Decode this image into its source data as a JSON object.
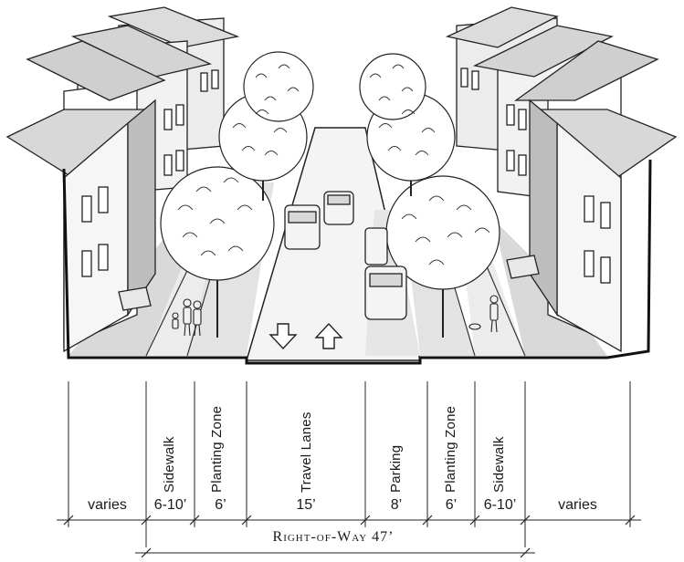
{
  "diagram": {
    "zones": [
      {
        "name": "",
        "width": "varies"
      },
      {
        "name": "Sidewalk",
        "width": "6-10’"
      },
      {
        "name": "Planting Zone",
        "width": "6’"
      },
      {
        "name": "Travel Lanes",
        "width": "15’"
      },
      {
        "name": "Parking",
        "width": "8’"
      },
      {
        "name": "Planting Zone",
        "width": "6’"
      },
      {
        "name": "Sidewalk",
        "width": "6-10’"
      },
      {
        "name": "",
        "width": "varies"
      }
    ],
    "right_of_way_label": "Right-of-Way 47’"
  }
}
